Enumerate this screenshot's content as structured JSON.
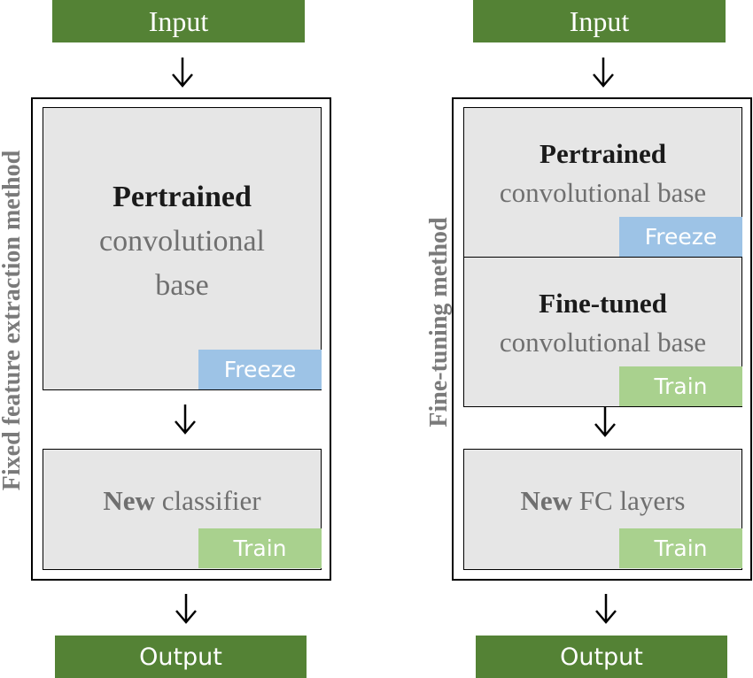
{
  "left": {
    "input_label": "Input",
    "output_label": "Output",
    "side_label": "Fixed feature extraction method",
    "base": {
      "title": "Pertrained",
      "line1": "convolutional",
      "line2": "base",
      "badge": "Freeze"
    },
    "classifier": {
      "bold": "New",
      "rest": " classifier",
      "badge": "Train"
    }
  },
  "right": {
    "input_label": "Input",
    "output_label": "Output",
    "side_label": "Fine-tuning method",
    "base": {
      "title": "Pertrained",
      "line1": "convolutional base",
      "badge": "Freeze"
    },
    "finetuned": {
      "title": "Fine-tuned",
      "line1": "convolutional base",
      "badge": "Train"
    },
    "classifier": {
      "bold": "New",
      "rest": " FC layers",
      "badge": "Train"
    }
  },
  "colors": {
    "io_green": "#548235",
    "freeze_blue": "#9dc3e6",
    "train_green": "#a9d18e",
    "box_gray": "#e6e6e6"
  }
}
